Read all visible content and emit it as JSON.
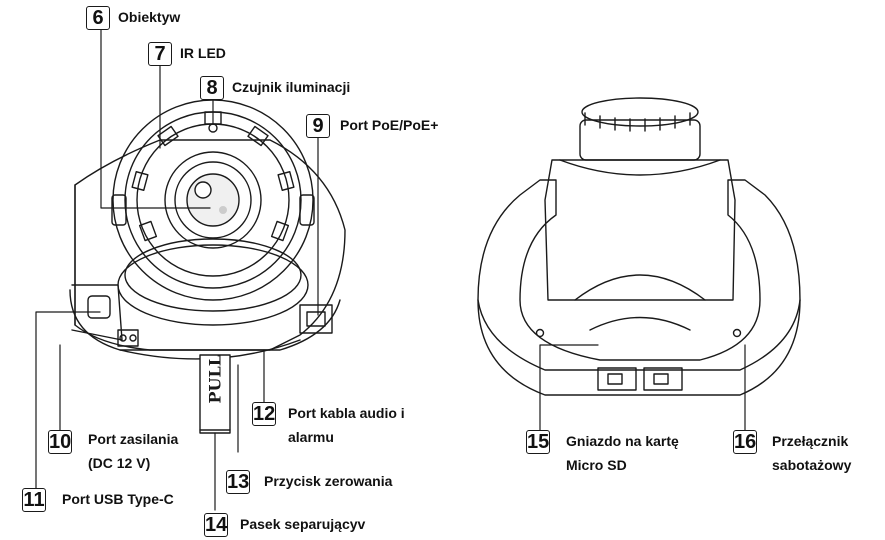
{
  "callouts": [
    {
      "number": "6",
      "label": "Obiektyw"
    },
    {
      "number": "7",
      "label": "IR LED"
    },
    {
      "number": "8",
      "label": "Czujnik iluminacji"
    },
    {
      "number": "9",
      "label": "Port PoE/PoE+"
    },
    {
      "number": "10",
      "label_line1": "Port zasilania",
      "label_line2": "(DC 12 V)"
    },
    {
      "number": "11",
      "label": "Port USB Type-C"
    },
    {
      "number": "12",
      "label_line1": "Port kabla audio i",
      "label_line2": "alarmu"
    },
    {
      "number": "13",
      "label": "Przycisk zerowania"
    },
    {
      "number": "14",
      "label": "Pasek separującyv"
    },
    {
      "number": "15",
      "label_line1": "Gniazdo na kartę",
      "label_line2": "Micro SD"
    },
    {
      "number": "16",
      "label_line1": "Przełącznik",
      "label_line2": "sabotażowy"
    }
  ],
  "device_text": {
    "pull_tab": "PULL"
  }
}
